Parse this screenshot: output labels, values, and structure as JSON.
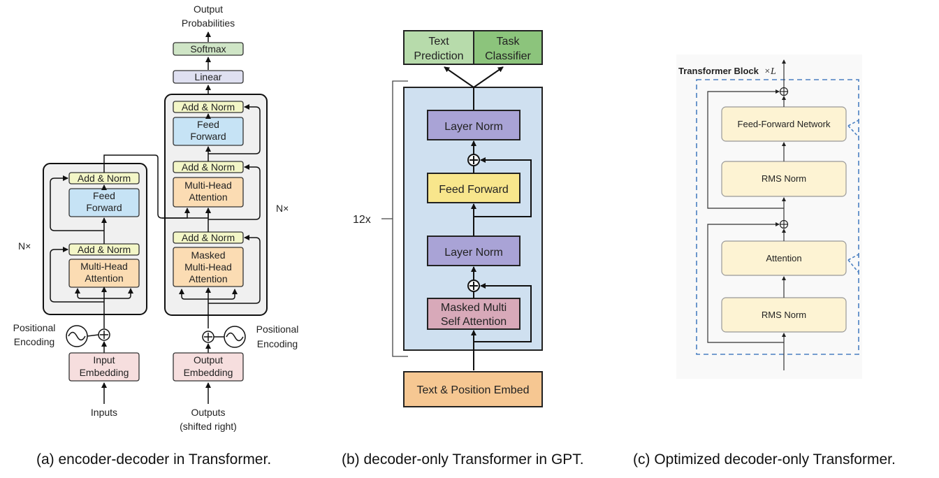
{
  "panel_a": {
    "output_probabilities": [
      "Output",
      "Probabilities"
    ],
    "softmax": "Softmax",
    "linear": "Linear",
    "add_norm": "Add & Norm",
    "feed_forward": [
      "Feed",
      "Forward"
    ],
    "multi_head_attention": [
      "Multi-Head",
      "Attention"
    ],
    "masked_multi_head_attention": [
      "Masked",
      "Multi-Head",
      "Attention"
    ],
    "nx": "N×",
    "positional_encoding": [
      "Positional",
      "Encoding"
    ],
    "input_embedding": [
      "Input",
      "Embedding"
    ],
    "output_embedding": [
      "Output",
      "Embedding"
    ],
    "inputs": "Inputs",
    "outputs": [
      "Outputs",
      "(shifted right)"
    ],
    "caption": "(a) encoder-decoder in Transformer."
  },
  "panel_b": {
    "text_prediction": [
      "Text",
      "Prediction"
    ],
    "task_classifier": [
      "Task",
      "Classifier"
    ],
    "layer_norm": "Layer Norm",
    "feed_forward": "Feed Forward",
    "masked_multi_self_attention": [
      "Masked Multi",
      "Self Attention"
    ],
    "text_position_embed": "Text & Position Embed",
    "repeat": "12x",
    "caption": "(b) decoder-only Transformer in GPT."
  },
  "panel_c": {
    "block_label": "Transformer Block",
    "block_repeat": "×L",
    "feed_forward_network": "Feed-Forward Network",
    "rms_norm": "RMS Norm",
    "attention": "Attention",
    "caption": "(c) Optimized decoder-only Transformer."
  },
  "colors": {
    "add_norm": "#f3f6c7",
    "feed_forward_a": "#c6e3f5",
    "attention_a": "#fbdcb3",
    "embedding_a": "#f6dede",
    "softmax": "#cfe5c6",
    "linear": "#dfe0f1",
    "stack_bg": "#f0f0f0",
    "gpt_block_bg": "#cfe0f0",
    "layer_norm": "#a9a3d6",
    "feed_forward_b": "#f8e68c",
    "masked_attention_b": "#d8a9b9",
    "embed_b": "#f6c792",
    "text_prediction": "#b7dbab",
    "task_classifier": "#8cc47c",
    "block_c": "#fdf3d3",
    "dashed_border": "#4a7fc1"
  }
}
